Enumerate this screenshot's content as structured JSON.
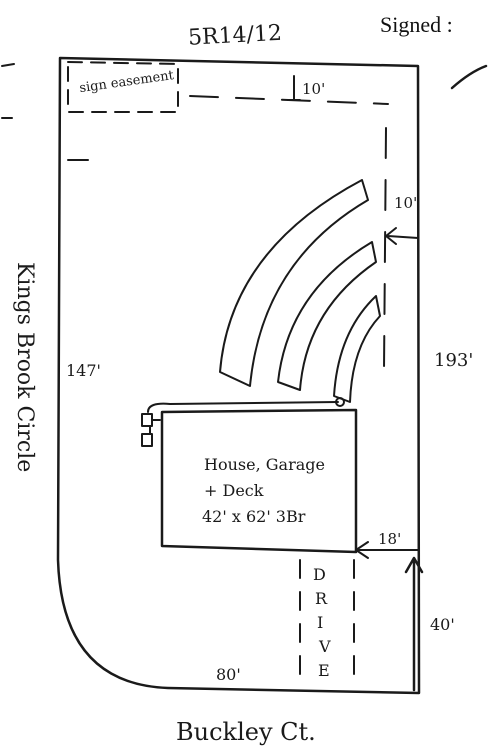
{
  "header": {
    "date": "5R14/12",
    "signed_label": "Signed :"
  },
  "labels": {
    "sign_easement": "sign easement",
    "street_left": "Kings Brook Circle",
    "street_bottom": "Buckley Ct.",
    "house_line1": "House, Garage",
    "house_line2": "+ Deck",
    "house_line3": "42' x 62' 3Br",
    "drive_letters": [
      "D",
      "R",
      "I",
      "V",
      "E"
    ]
  },
  "dimensions": {
    "top_setback": "10'",
    "right_setback": "10'",
    "left_side": "147'",
    "right_side": "193'",
    "house_to_right": "18'",
    "drive_to_bottom": "40'",
    "bottom_side": "80'"
  },
  "colors": {
    "ink": "#1a1a1a",
    "paper": "#ffffff"
  }
}
